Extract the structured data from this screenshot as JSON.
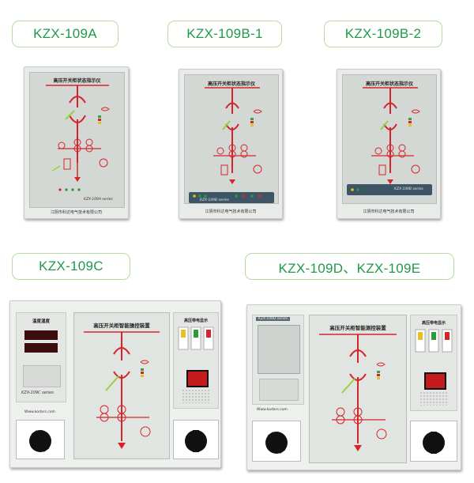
{
  "products": [
    {
      "model": "KZX-109A",
      "panel_title": "高压开关柜状态指示仪",
      "series": "KZX-109A series",
      "maker": "江阴市科达电气技术有限公司"
    },
    {
      "model": "KZX-109B-1",
      "panel_title": "高压开关柜状态指示仪",
      "series": "KZX-109B series",
      "maker": "江阴市科达电气技术有限公司"
    },
    {
      "model": "KZX-109B-2",
      "panel_title": "高压开关柜状态指示仪",
      "series": "KZX-109B series",
      "maker": "江阴市科达电气技术有限公司"
    },
    {
      "model": "KZX-109C",
      "panel_title": "高压开关柜智能操控装置",
      "side_title": "温度湿度",
      "right_title": "高压带电显示",
      "series": "KZX-109C series",
      "website": "Www.kodars.com"
    },
    {
      "model": "KZX-109D、KZX-109E",
      "panel_title": "高压开关柜智能测控装置",
      "series": "KZX-109D series",
      "right_title": "高压带电显示",
      "website": "Www.kodars.com"
    }
  ]
}
